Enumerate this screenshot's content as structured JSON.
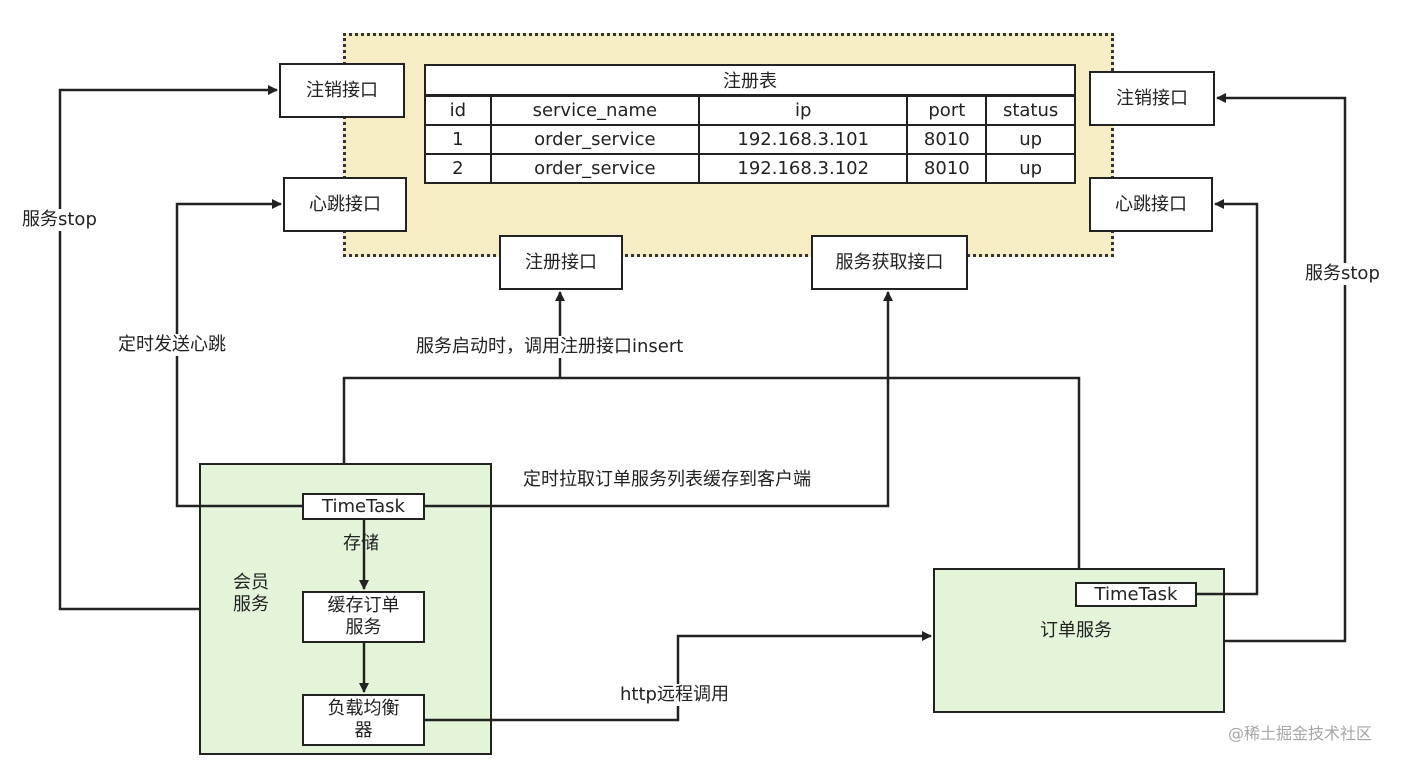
{
  "registry": {
    "title": "注册表",
    "columns": [
      "id",
      "service_name",
      "ip",
      "port",
      "status"
    ],
    "rows": [
      [
        "1",
        "order_service",
        "192.168.3.101",
        "8010",
        "up"
      ],
      [
        "2",
        "order_service",
        "192.168.3.102",
        "8010",
        "up"
      ]
    ],
    "interfaces": {
      "deregister_left": "注销接口",
      "heartbeat_left": "心跳接口",
      "deregister_right": "注销接口",
      "heartbeat_right": "心跳接口",
      "register": "注册接口",
      "discovery": "服务获取接口"
    }
  },
  "member_service": {
    "name": "会员\n服务",
    "timetask": "TimeTask",
    "store_label": "存储",
    "cache": "缓存订单\n服务",
    "load_balancer": "负载均衡\n器"
  },
  "order_service": {
    "name": "订单服务",
    "timetask": "TimeTask"
  },
  "edges": {
    "stop_left": "服务stop",
    "stop_right": "服务stop",
    "heartbeat_send": "定时发送心跳",
    "register_on_start": "服务启动时，调用注册接口insert",
    "pull_list": "定时拉取订单服务列表缓存到客户端",
    "http_call": "http远程调用"
  },
  "watermark": "@稀土掘金技术社区"
}
